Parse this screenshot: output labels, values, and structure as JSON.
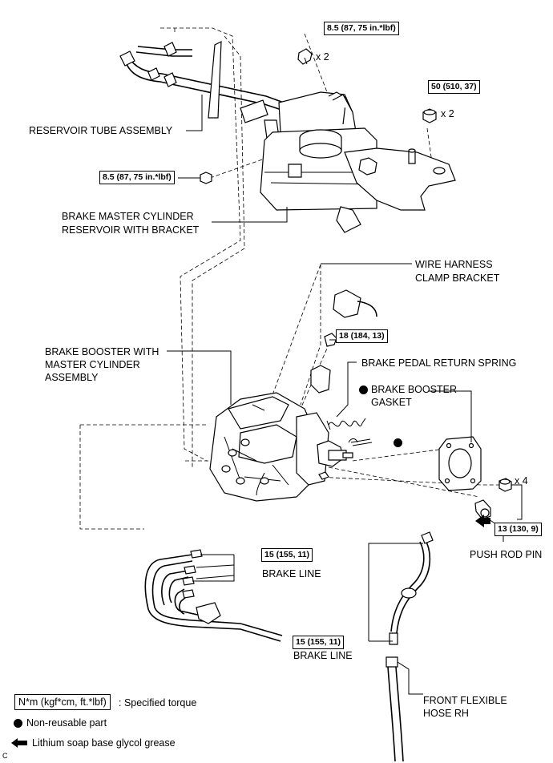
{
  "labels": {
    "reservoir_tube": "RESERVOIR TUBE ASSEMBLY",
    "reservoir_bracket_l1": "BRAKE MASTER CYLINDER",
    "reservoir_bracket_l2": "RESERVOIR WITH BRACKET",
    "wire_clamp_l1": "WIRE HARNESS",
    "wire_clamp_l2": "CLAMP BRACKET",
    "booster_l1": "BRAKE BOOSTER WITH",
    "booster_l2": "MASTER CYLINDER",
    "booster_l3": "ASSEMBLY",
    "return_spring": "BRAKE PEDAL RETURN SPRING",
    "gasket_l1": "BRAKE BOOSTER",
    "gasket_l2": "GASKET",
    "push_rod_pin": "PUSH ROD PIN",
    "brake_line_1": "BRAKE LINE",
    "brake_line_2": "BRAKE LINE",
    "flex_hose_l1": "FRONT FLEXIBLE",
    "flex_hose_l2": "HOSE RH"
  },
  "torques": {
    "t_top_bolt": "8.5 (87, 75 in.*lbf)",
    "t_nut_50": "50 (510, 37)",
    "t_left_bolt": "8.5 (87, 75 in.*lbf)",
    "t_18": "18 (184, 13)",
    "t_13": "13 (130, 9)",
    "t_15a": "15 (155, 11)",
    "t_15b": "15 (155, 11)"
  },
  "quantities": {
    "q_top_bolt": "x 2",
    "q_nut_50": "x 2",
    "q_nut_13": "x 4"
  },
  "legend": {
    "torque_unit": "N*m (kgf*cm, ft.*lbf)",
    "torque_desc": ": Specified torque",
    "nonreusable": "Non-reusable part",
    "grease": "Lithium soap base glycol grease"
  },
  "corner_mark": "C"
}
